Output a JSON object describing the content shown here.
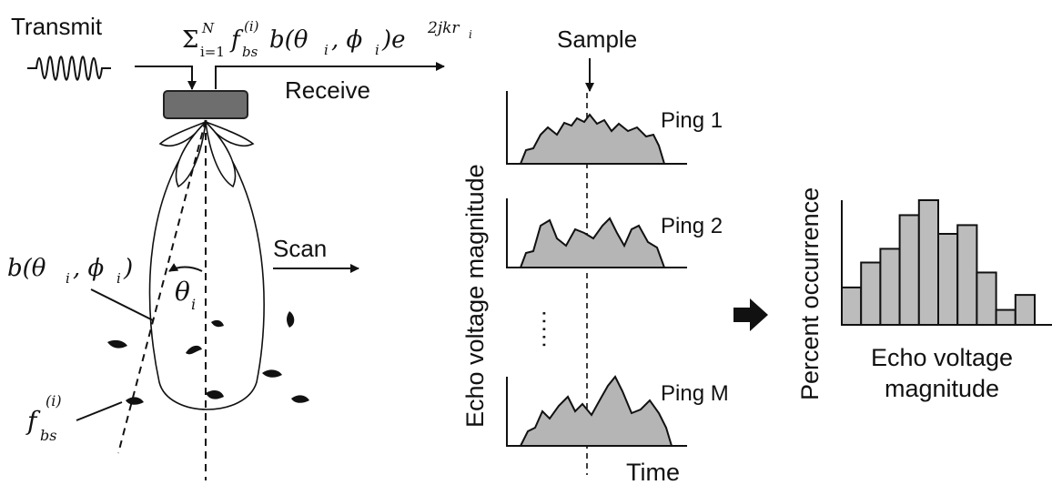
{
  "labels": {
    "transmit": "Transmit",
    "receive": "Receive",
    "sample": "Sample",
    "scan": "Scan",
    "y_axis": "Echo voltage magnitude",
    "time": "Time",
    "ping1": "Ping 1",
    "ping2": "Ping 2",
    "pingM": "Ping M",
    "ellipsis": "·····",
    "hist_y": "Percent occurrence",
    "hist_x_line1": "Echo voltage",
    "hist_x_line2": "magnitude"
  },
  "equation": {
    "sigma": "Σ",
    "sub": "i=1",
    "sup": "N",
    "f": "f",
    "f_sub": "bs",
    "f_sup": "(i)",
    "body": "b(θ",
    "sub_i": "i",
    "mid": ", ϕ",
    "close": ")e",
    "exp": "2jkr",
    "exp_sub": "i"
  },
  "beam_labels": {
    "b_main": "b(θ",
    "b_sub1": "i",
    "b_mid": ", ϕ",
    "b_sub2": "i",
    "b_close": ")",
    "theta": "θ",
    "theta_sub": "i",
    "f": "f",
    "f_sub": "bs",
    "f_sup": "(i)"
  },
  "icons": {
    "transducer": "transducer-icon",
    "arrow": "right-arrow-icon"
  },
  "colors": {
    "echo_fill": "#b5b5b5",
    "bar_fill": "#bcbcbc",
    "transducer": "#6e6e6e"
  },
  "chart_data": {
    "type": "bar",
    "title": "",
    "xlabel": "Echo voltage magnitude",
    "ylabel": "Percent occurrence",
    "values": [
      0.3,
      0.5,
      0.61,
      0.88,
      1.0,
      0.73,
      0.8,
      0.42,
      0.12,
      0.24
    ],
    "grid": false
  }
}
